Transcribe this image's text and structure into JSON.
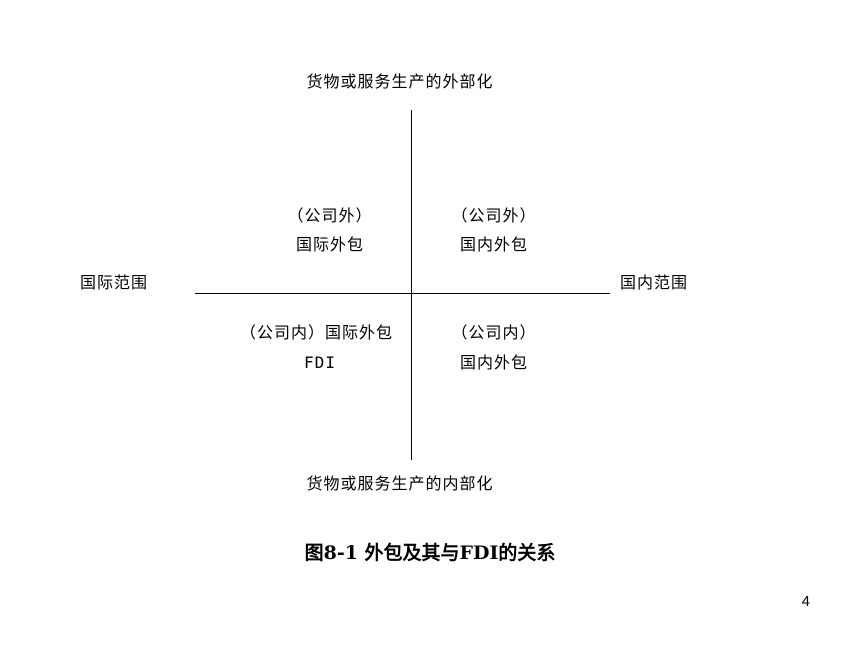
{
  "axes": {
    "top": "货物或服务生产的外部化",
    "bottom": "货物或服务生产的内部化",
    "left": "国际范围",
    "right": "国内范围"
  },
  "quadrants": {
    "top_left": {
      "line1": "（公司外）",
      "line2": "国际外包"
    },
    "top_right": {
      "line1": "（公司外）",
      "line2": "国内外包"
    },
    "bottom_left": {
      "line1": "（公司内）国际外包",
      "line2": "FDI"
    },
    "bottom_right": {
      "line1": "（公司内）",
      "line2": "国内外包"
    }
  },
  "caption": "图8-1  外包及其与FDI的关系",
  "page_number": "4"
}
